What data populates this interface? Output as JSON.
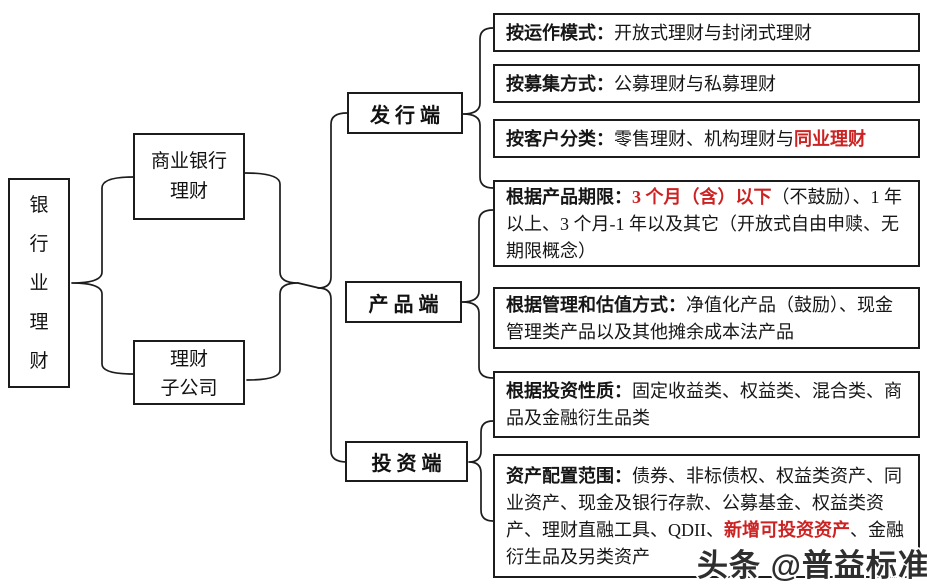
{
  "diagram": {
    "root": {
      "label": "银行业理财",
      "chars": [
        "银",
        "行",
        "业",
        "理",
        "财"
      ]
    },
    "branches": [
      {
        "label": "商业银行理财",
        "lines": [
          "商业银行",
          "理财"
        ]
      },
      {
        "label": "理财子公司",
        "lines": [
          "理财",
          "子公司"
        ]
      }
    ],
    "channels": [
      {
        "label": "发行端"
      },
      {
        "label": "产品端"
      },
      {
        "label": "投资端"
      }
    ],
    "leaves": [
      {
        "segments": [
          {
            "text": "按运作模式：",
            "style": "bold"
          },
          {
            "text": "开放式理财与封闭式理财",
            "style": "normal"
          }
        ]
      },
      {
        "segments": [
          {
            "text": "按募集方式：",
            "style": "bold"
          },
          {
            "text": "公募理财与私募理财",
            "style": "normal"
          }
        ]
      },
      {
        "segments": [
          {
            "text": "按客户分类：",
            "style": "bold"
          },
          {
            "text": "零售理财、机构理财与",
            "style": "normal"
          },
          {
            "text": "同业理财",
            "style": "red-bold"
          }
        ]
      },
      {
        "segments": [
          {
            "text": "根据产品期限：",
            "style": "bold"
          },
          {
            "text": "3 个月（含）以下",
            "style": "red-bold"
          },
          {
            "text": "（不鼓励）、1 年以上、3 个月-1 年以及其它（开放式自由申赎、无期限概念）",
            "style": "normal"
          }
        ]
      },
      {
        "segments": [
          {
            "text": "根据管理和估值方式：",
            "style": "bold"
          },
          {
            "text": "净值化产品（鼓励）、现金管理类产品以及其他摊余成本法产品",
            "style": "normal"
          }
        ]
      },
      {
        "segments": [
          {
            "text": "根据投资性质：",
            "style": "bold"
          },
          {
            "text": "固定收益类、权益类、混合类、商品及金融衍生品类",
            "style": "normal"
          }
        ]
      },
      {
        "segments": [
          {
            "text": "资产配置范围：",
            "style": "bold"
          },
          {
            "text": "债券、非标债权、权益类资产、同业资产、现金及银行存款、公募基金、权益类资产、理财直融工具、QDII、",
            "style": "normal"
          },
          {
            "text": "新增可投资资产",
            "style": "red-bold"
          },
          {
            "text": "、金融衍生品及另类资产",
            "style": "normal"
          }
        ]
      }
    ],
    "watermark": "头条 @普益标准",
    "colors": {
      "red": "#cc2222",
      "line": "#1c1c1c",
      "wm": "#2e2e2e",
      "bg": "#ffffff"
    }
  }
}
